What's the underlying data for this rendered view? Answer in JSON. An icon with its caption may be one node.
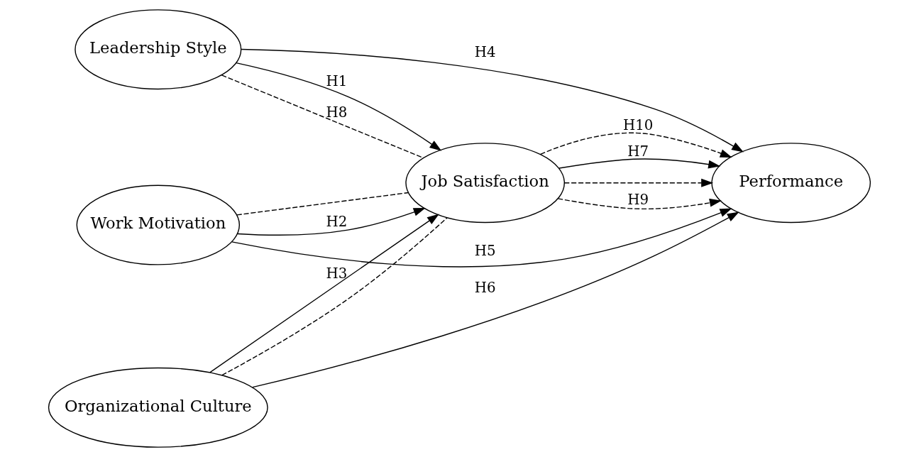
{
  "diagram": {
    "nodes": [
      {
        "text": [
          "Leadership Style"
        ]
      },
      {
        "text": [
          "Work Motivation"
        ]
      },
      {
        "text": [
          "Job Satisfaction"
        ]
      },
      {
        "text": [
          "Performance"
        ]
      },
      {
        "text": [
          "Organizational Culture"
        ]
      }
    ],
    "edges": [
      {
        "from": 0,
        "to": 2,
        "arrow": "to",
        "label": "H1"
      },
      {
        "from": 1,
        "to": 2,
        "arrow": "to",
        "label": "H2"
      },
      {
        "from": 4,
        "to": 2,
        "arrow": "to",
        "label": "H3"
      },
      {
        "from": 0,
        "to": 3,
        "arrow": "to",
        "label": "H4"
      },
      {
        "from": 1,
        "to": 3,
        "arrow": "to",
        "label": "H5"
      },
      {
        "from": 4,
        "to": 3,
        "arrow": "to",
        "label": "H6"
      },
      {
        "from": 2,
        "to": 3,
        "arrow": "to",
        "label": "H7"
      },
      {
        "from": 0,
        "to": 2,
        "arrow": "none",
        "style": "dashed",
        "label": "H8"
      },
      {
        "from": 2,
        "to": 3,
        "arrow": "to",
        "style": "dashed"
      },
      {
        "from": 1,
        "to": 2,
        "arrow": "none",
        "style": "dashed"
      },
      {
        "from": 2,
        "to": 3,
        "arrow": "to",
        "style": "dashed",
        "label": "H9"
      },
      {
        "from": 4,
        "to": 2,
        "arrow": "none",
        "style": "dashed"
      },
      {
        "from": 2,
        "to": 3,
        "arrow": "to",
        "style": "dashed",
        "label": "H10"
      }
    ]
  }
}
